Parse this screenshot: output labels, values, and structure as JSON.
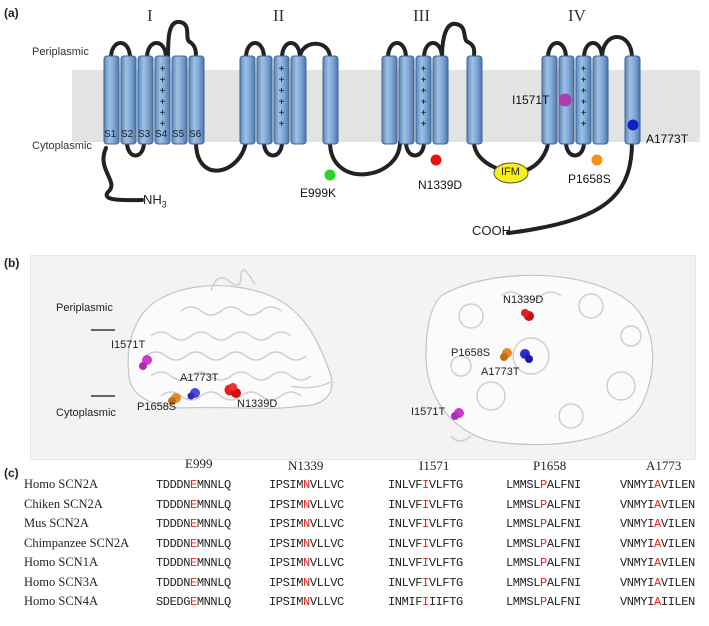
{
  "panel_a": {
    "label": "(a)",
    "domains": [
      "I",
      "II",
      "III",
      "IV"
    ],
    "periplasmic": "Periplasmic",
    "cytoplasmic": "Cytoplasmic",
    "segments": [
      "S1",
      "S2",
      "S3",
      "S4",
      "S5",
      "S6"
    ],
    "nterm": "NH",
    "nterm_sub": "3",
    "cterm": "COOH",
    "ifm": "IFM",
    "mutations": [
      {
        "label": "E999K",
        "color": "#2bd42b"
      },
      {
        "label": "N1339D",
        "color": "#e81010"
      },
      {
        "label": "I1571T",
        "color": "#b03ab0"
      },
      {
        "label": "P1658S",
        "color": "#f39419"
      },
      {
        "label": "A1773T",
        "color": "#1020c8"
      }
    ]
  },
  "panel_b": {
    "label": "(b)",
    "periplasmic": "Periplasmic",
    "cytoplasmic": "Cytoplasmic",
    "left_labels": [
      "I1571T",
      "A1773T",
      "P1658S",
      "N1339D"
    ],
    "right_labels": [
      "N1339D",
      "P1658S",
      "A1773T",
      "I1571T"
    ]
  },
  "panel_c": {
    "label": "(c)",
    "columns": [
      "E999",
      "N1339",
      "I1571",
      "P1658",
      "A1773"
    ],
    "rows": [
      {
        "species": "Homo SCN2A",
        "seqs": [
          [
            "TDDDN",
            "E",
            "MNNLQ"
          ],
          [
            "IPSIM",
            "N",
            "VLLVC"
          ],
          [
            "INLVF",
            "I",
            "VLFTG"
          ],
          [
            "LMMSL",
            "P",
            "ALFNI"
          ],
          [
            "VNMYI",
            "A",
            "VILEN"
          ]
        ]
      },
      {
        "species": "Chiken SCN2A",
        "seqs": [
          [
            "TDDDN",
            "E",
            "MNNLQ"
          ],
          [
            "IPSIM",
            "N",
            "VLLVC"
          ],
          [
            "INLVF",
            "I",
            "VLFTG"
          ],
          [
            "LMMSL",
            "P",
            "ALFNI"
          ],
          [
            "VNMYI",
            "A",
            "VILEN"
          ]
        ]
      },
      {
        "species": "Mus SCN2A",
        "seqs": [
          [
            "TDDDN",
            "E",
            "MNNLQ"
          ],
          [
            "IPSIM",
            "N",
            "VLLVC"
          ],
          [
            "INLVF",
            "I",
            "VLFTG"
          ],
          [
            "LMMSL",
            "P",
            "ALFNI"
          ],
          [
            "VNMYI",
            "A",
            "VILEN"
          ]
        ]
      },
      {
        "species": "Chimpanzee SCN2A",
        "seqs": [
          [
            "TDDDN",
            "E",
            "MNNLQ"
          ],
          [
            "IPSIM",
            "N",
            "VLLVC"
          ],
          [
            "INLVF",
            "I",
            "VLFTG"
          ],
          [
            "LMMSL",
            "P",
            "ALFNI"
          ],
          [
            "VNMYI",
            "A",
            "VILEN"
          ]
        ]
      },
      {
        "species": "Homo SCN1A",
        "seqs": [
          [
            "TDDDN",
            "E",
            "MNNLQ"
          ],
          [
            "IPSIM",
            "N",
            "VLLVC"
          ],
          [
            "INLVF",
            "I",
            "VLFTG"
          ],
          [
            "LMMSL",
            "P",
            "ALFNI"
          ],
          [
            "VNMYI",
            "A",
            "VILEN"
          ]
        ]
      },
      {
        "species": "Homo SCN3A",
        "seqs": [
          [
            "TDDDN",
            "E",
            "MNNLQ"
          ],
          [
            "IPSIM",
            "N",
            "VLLVC"
          ],
          [
            "INLVF",
            "I",
            "VLFTG"
          ],
          [
            "LMMSL",
            "P",
            "ALFNI"
          ],
          [
            "VNMYI",
            "A",
            "VILEN"
          ]
        ]
      },
      {
        "species": "Homo SCN4A",
        "seqs": [
          [
            "SDEDG",
            "E",
            "MNNLQ"
          ],
          [
            "IPSIM",
            "N",
            "VLLVC"
          ],
          [
            "INMIF",
            "I",
            "IIFTG"
          ],
          [
            "LMMSL",
            "P",
            "ALFNI"
          ],
          [
            "VNMYI",
            "A",
            "IILEN"
          ]
        ]
      }
    ]
  }
}
